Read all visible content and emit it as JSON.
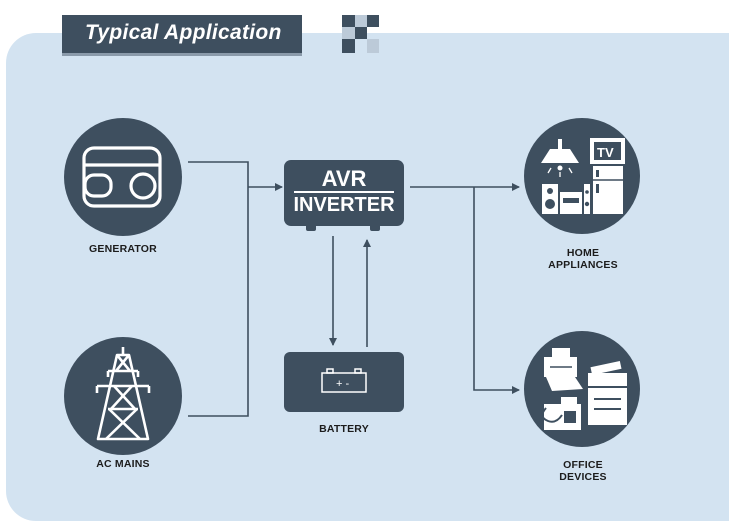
{
  "header": {
    "title": "Typical Application"
  },
  "diagram": {
    "center": {
      "line1": "AVR",
      "line2": "INVERTER"
    },
    "sources": [
      {
        "label": "GENERATOR",
        "icon": "generator-icon"
      },
      {
        "label": "AC MAINS",
        "icon": "power-tower-icon"
      }
    ],
    "storage": {
      "label": "BATTERY",
      "icon": "battery-icon",
      "terminals": "+ -"
    },
    "loads": [
      {
        "label_line1": "HOME",
        "label_line2": "APPLIANCES",
        "icon": "home-appliances-icon",
        "tv_text": "TV"
      },
      {
        "label_line1": "OFFICE",
        "label_line2": "DEVICES",
        "icon": "office-devices-icon"
      }
    ]
  },
  "colors": {
    "panel": "#d3e3f1",
    "node": "#3e4f5f",
    "line": "#3e4f5f",
    "icon": "#ffffff"
  }
}
